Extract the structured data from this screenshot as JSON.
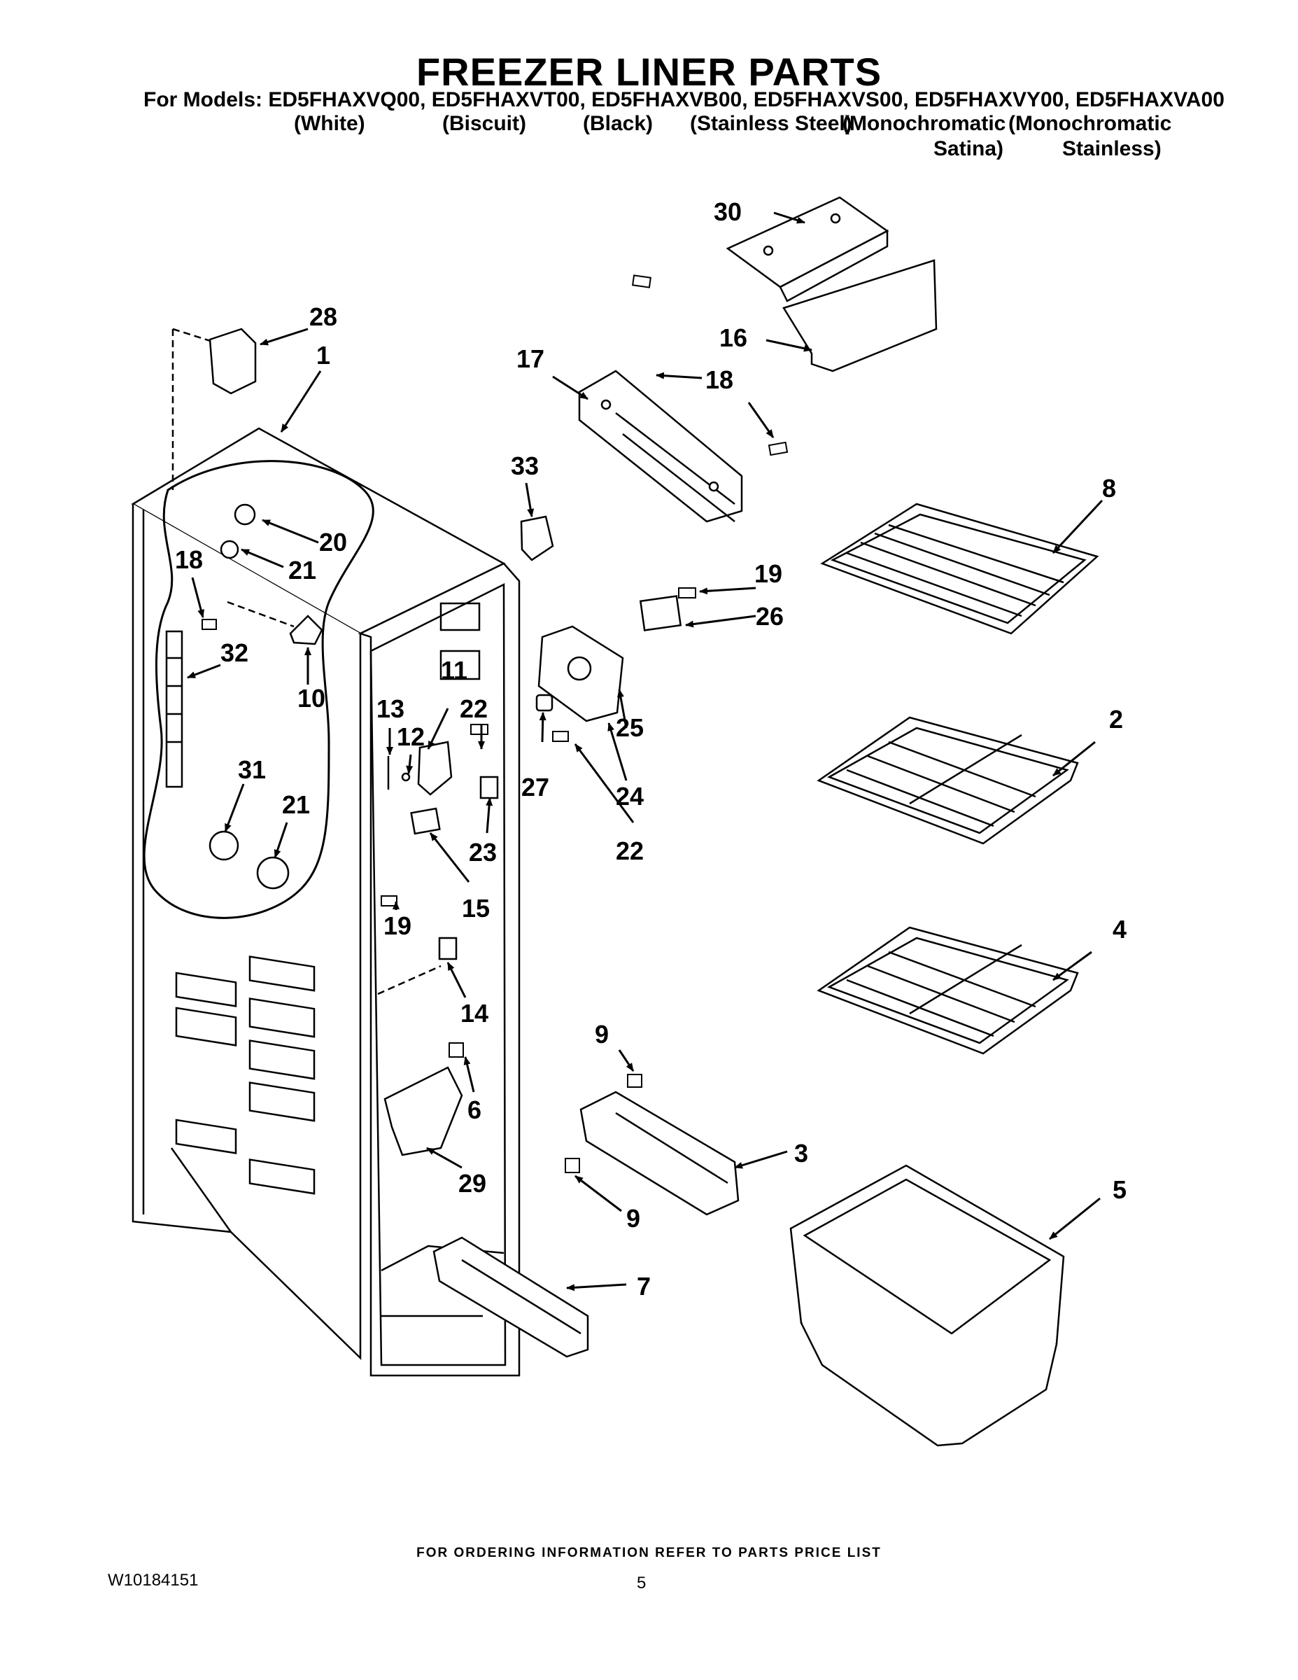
{
  "header": {
    "title": "FREEZER LINER PARTS",
    "models_line": "For Models: ED5FHAXVQ00, ED5FHAXVT00, ED5FHAXVB00, ED5FHAXVS00, ED5FHAXVY00, ED5FHAXVA00",
    "variants": {
      "white": "(White)",
      "biscuit": "(Biscuit)",
      "black": "(Black)",
      "stainless_steel": "(Stainless Steel)",
      "monochromatic_satina_1": "(Monochromatic",
      "monochromatic_satina_2": "Satina)",
      "monochromatic_stainless_1": "(Monochromatic",
      "monochromatic_stainless_2": "Stainless)"
    }
  },
  "callouts": {
    "c1": "1",
    "c2": "2",
    "c3": "3",
    "c4": "4",
    "c5": "5",
    "c6": "6",
    "c7": "7",
    "c8": "8",
    "c9a": "9",
    "c9b": "9",
    "c10": "10",
    "c11": "11",
    "c12": "12",
    "c13": "13",
    "c14": "14",
    "c15": "15",
    "c16": "16",
    "c17": "17",
    "c18a": "18",
    "c18b": "18",
    "c19a": "19",
    "c19b": "19",
    "c20": "20",
    "c21a": "21",
    "c21b": "21",
    "c22a": "22",
    "c22b": "22",
    "c23": "23",
    "c24": "24",
    "c25": "25",
    "c26": "26",
    "c27": "27",
    "c28": "28",
    "c29": "29",
    "c30": "30",
    "c31": "31",
    "c32": "32",
    "c33": "33"
  },
  "footer": {
    "ordering_note": "FOR ORDERING INFORMATION REFER TO PARTS PRICE LIST",
    "doc_number": "W10184151",
    "page_number": "5"
  }
}
